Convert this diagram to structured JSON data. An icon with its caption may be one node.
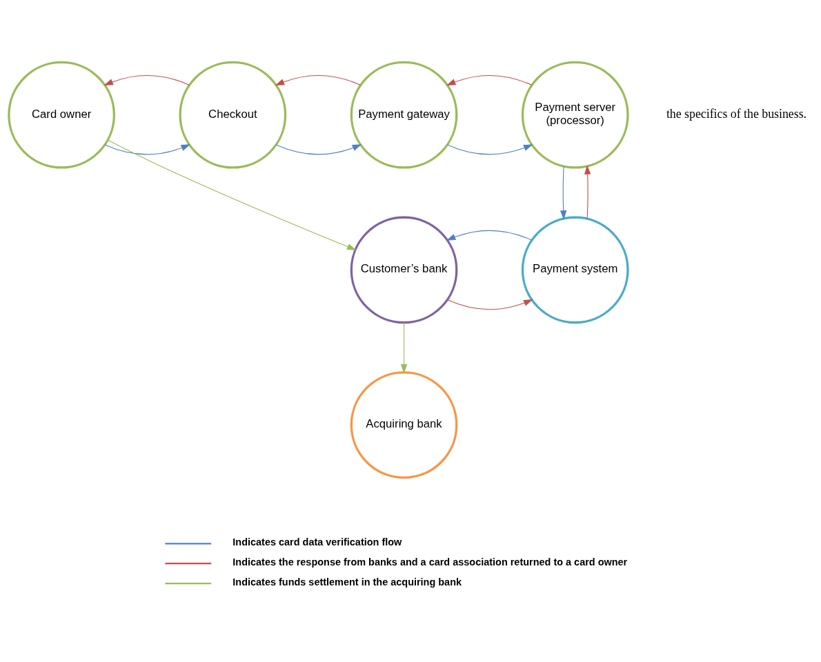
{
  "diagram": {
    "nodes": [
      {
        "text": [
          "Card owner"
        ]
      },
      {
        "text": [
          "Checkout"
        ]
      },
      {
        "text": [
          "Payment gateway"
        ]
      },
      {
        "text": [
          "Payment server (processor)"
        ]
      },
      {
        "text": [
          "Customer’s bank"
        ]
      },
      {
        "text": [
          "Payment system"
        ]
      },
      {
        "text": [
          "Acquiring bank"
        ]
      }
    ],
    "edges": [
      {
        "from": 0,
        "to": 1,
        "arrow": "to",
        "color": "#4f81bd"
      },
      {
        "from": 1,
        "to": 0,
        "arrow": "to",
        "color": "#c0504d"
      },
      {
        "from": 1,
        "to": 2,
        "arrow": "to",
        "color": "#4f81bd"
      },
      {
        "from": 2,
        "to": 1,
        "arrow": "to",
        "color": "#c0504d"
      },
      {
        "from": 2,
        "to": 3,
        "arrow": "to",
        "color": "#4f81bd"
      },
      {
        "from": 3,
        "to": 2,
        "arrow": "to",
        "color": "#c0504d"
      },
      {
        "from": 0,
        "to": 4,
        "arrow": "to",
        "color": "#9bbb59"
      },
      {
        "from": 4,
        "to": 5,
        "arrow": "to",
        "color": "#c0504d"
      },
      {
        "from": 5,
        "to": 3,
        "arrow": "to",
        "color": "#c0504d"
      },
      {
        "from": 3,
        "to": 5,
        "arrow": "to",
        "color": "#4f81bd"
      },
      {
        "from": 5,
        "to": 4,
        "arrow": "to",
        "color": "#4f81bd"
      },
      {
        "from": 4,
        "to": 6,
        "arrow": "to",
        "color": "#9bbb59"
      }
    ],
    "labels": [
      "the specifics of the business."
    ],
    "legend": [
      {
        "text": "Indicates card data verification flow",
        "color": "#4f81bd"
      },
      {
        "text": "Indicates the response from banks and a card association returned to a card owner",
        "color": "#c0504d"
      },
      {
        "text": "Indicates funds settlement in the acquiring bank",
        "color": "#9bbb59"
      }
    ]
  }
}
